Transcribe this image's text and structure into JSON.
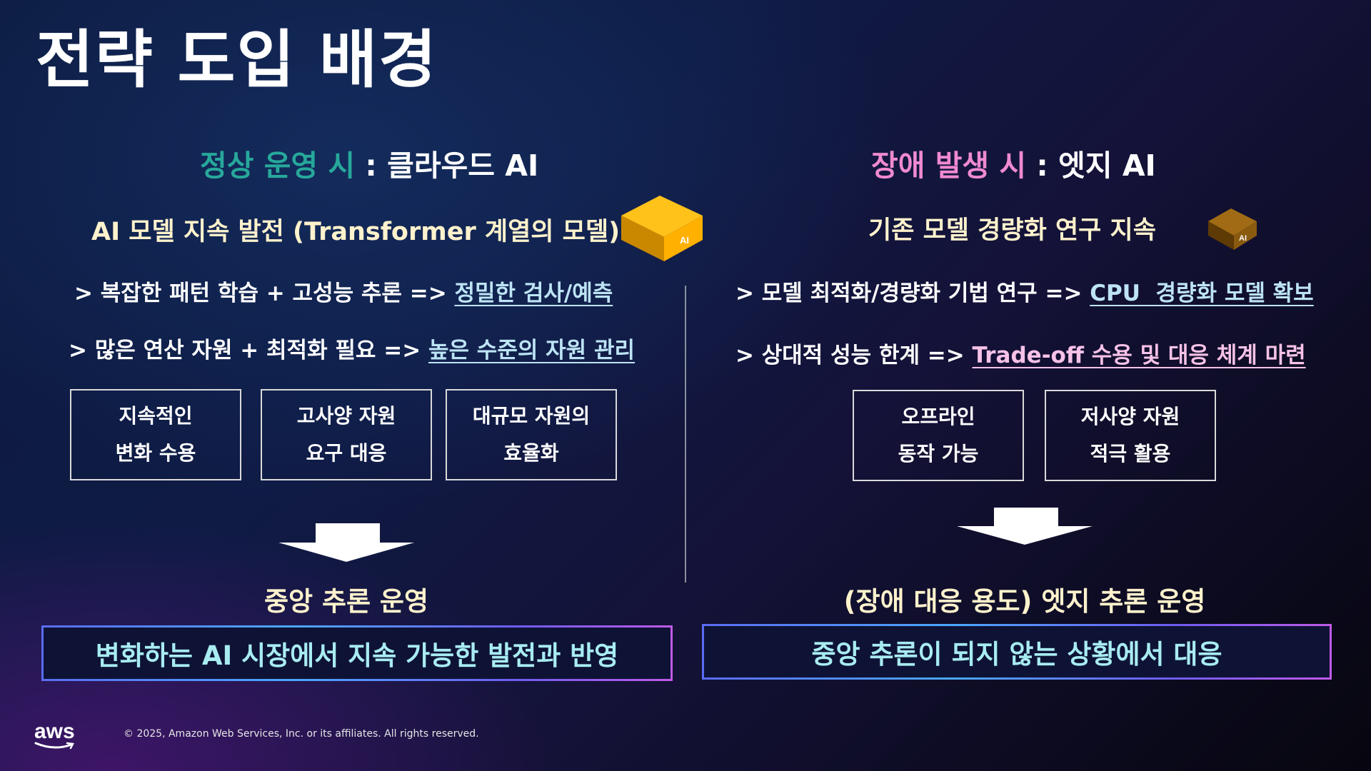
{
  "title": "전략 도입 배경",
  "colors": {
    "teal": "#27a89b",
    "pink": "#f08ad0",
    "cream": "#fff2cc",
    "link_left": "#bde4f5",
    "link_right": "#f7c2e8",
    "cube_gold": "#ffb000",
    "cube_bronze": "#8a5a10"
  },
  "left": {
    "head_accent": "정상 운영 시",
    "head_rest": " : 클라우드 AI",
    "sub": "AI 모델 지속 발전 (Transformer 계열의 모델)",
    "cube_label": "AI",
    "bullet1_prefix": "> 복잡한 패턴 학습 + 고성능 추론 => ",
    "bullet1_link": "정밀한 검사/예측",
    "bullet2_prefix": "> 많은 연산 자원 + 최적화 필요 => ",
    "bullet2_link": "높은 수준의 자원 관리",
    "boxes": [
      {
        "line1": "지속적인",
        "line2": "변화 수용"
      },
      {
        "line1": "고사양 자원",
        "line2": "요구 대응"
      },
      {
        "line1": "대규모 자원의",
        "line2": "효율화"
      }
    ],
    "outcome": "중앙 추론 운영",
    "conclusion": "변화하는 AI 시장에서 지속 가능한 발전과 반영"
  },
  "right": {
    "head_accent": "장애 발생 시",
    "head_rest": " : 엣지 AI",
    "sub": "기존 모델 경량화 연구 지속",
    "cube_label": "AI",
    "bullet1_prefix": "> 모델 최적화/경량화 기법 연구 => ",
    "bullet1_link": "CPU  경량화 모델 확보",
    "bullet2_prefix": "> 상대적 성능 한계 => ",
    "bullet2_link": "Trade-off 수용 및 대응 체계 마련",
    "boxes": [
      {
        "line1": "오프라인",
        "line2": "동작 가능"
      },
      {
        "line1": "저사양 자원",
        "line2": "적극 활용"
      }
    ],
    "outcome": "(장애 대응 용도) 엣지 추론 운영",
    "conclusion": "중앙 추론이 되지 않는 상황에서 대응"
  },
  "footer": {
    "logo_text": "aws",
    "copyright": "© 2025, Amazon Web Services, Inc. or its affiliates. All rights reserved."
  }
}
